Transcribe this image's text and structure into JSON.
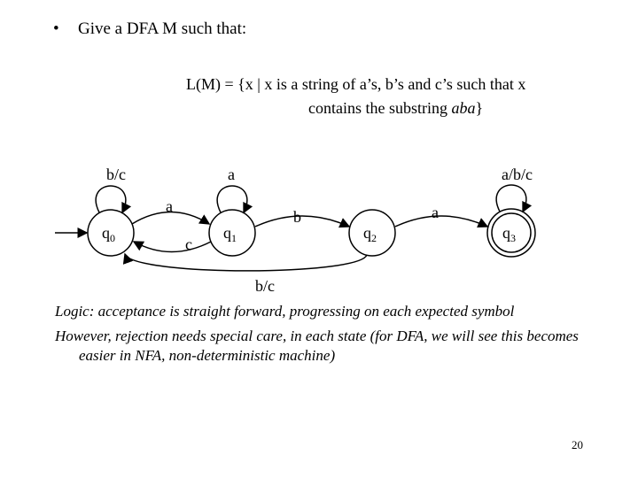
{
  "slide": {
    "bullet": "•",
    "prompt": "Give a DFA M such that:",
    "language_line1": "L(M) = {x | x is a string of a’s, b’s and c’s such that x",
    "language_line2_prefix": "contains the substring ",
    "language_substring": "aba",
    "language_line2_suffix": "}",
    "logic_text": "Logic: acceptance is straight forward, progressing on each expected symbol",
    "rejection_text": "However, rejection needs special care, in each state (for DFA, we will see this becomes easier in NFA, non-deterministic machine)",
    "page_number": "20"
  },
  "diagram": {
    "states": [
      {
        "id": "q0",
        "base": "q",
        "sub": "0",
        "accepting": false,
        "start": true
      },
      {
        "id": "q1",
        "base": "q",
        "sub": "1",
        "accepting": false,
        "start": false
      },
      {
        "id": "q2",
        "base": "q",
        "sub": "2",
        "accepting": false,
        "start": false
      },
      {
        "id": "q3",
        "base": "q",
        "sub": "3",
        "accepting": true,
        "start": false
      }
    ],
    "transitions": [
      {
        "from": "q0",
        "to": "q0",
        "label": "b/c"
      },
      {
        "from": "q0",
        "to": "q1",
        "label": "a"
      },
      {
        "from": "q1",
        "to": "q0",
        "label": "c"
      },
      {
        "from": "q1",
        "to": "q1",
        "label": "a"
      },
      {
        "from": "q1",
        "to": "q2",
        "label": "b"
      },
      {
        "from": "q2",
        "to": "q3",
        "label": "a"
      },
      {
        "from": "q2",
        "to": "q0",
        "label": "b/c"
      },
      {
        "from": "q3",
        "to": "q3",
        "label": "a/b/c"
      }
    ]
  }
}
